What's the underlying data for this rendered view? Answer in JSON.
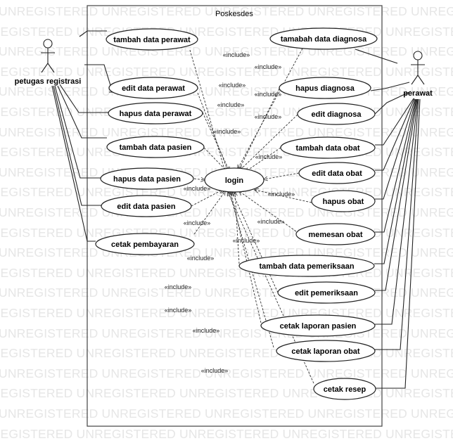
{
  "watermark": "UNREGISTERED UNREGISTERED UNREGISTERED UNREGISTERED UNREGISTERED UNREGISTERED UNREGISTERED",
  "system": {
    "title": "Poskesdes"
  },
  "actors": {
    "left": {
      "label": "petugas registrasi"
    },
    "right": {
      "label": "perawat"
    }
  },
  "usecases": {
    "login": "login",
    "tambah_data_perawat": "tambah data perawat",
    "edit_data_perawat": "edit data perawat",
    "hapus_data_perawat": "hapus data perawat",
    "tambah_data_pasien": "tambah data pasien",
    "hapus_data_pasien": "hapus data pasien",
    "edit_data_pasien": "edit data pasien",
    "cetak_pembayaran": "cetak pembayaran",
    "tamabah_data_diagnosa": "tamabah data diagnosa",
    "hapus_diagnosa": "hapus diagnosa",
    "edit_diagnosa": "edit diagnosa",
    "tambah_data_obat": "tambah data obat",
    "edit_data_obat": "edit data obat",
    "hapus_obat": "hapus obat",
    "memesan_obat": "memesan obat",
    "tambah_data_pemeriksaan": "tambah data pemeriksaan",
    "edit_pemeriksaan": "edit pemeriksaan",
    "cetak_laporan_pasien": "cetak laporan pasien",
    "cetak_laporan_obat": "cetak laporan obat",
    "cetak_resep": "cetak resep"
  },
  "include_label": "«include»"
}
